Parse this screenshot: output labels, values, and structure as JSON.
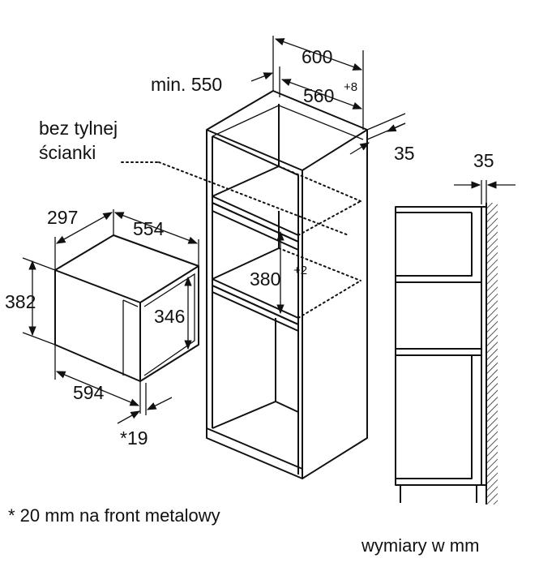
{
  "labels": {
    "dim_600": "600",
    "min_550": "min. 550",
    "dim_560": "560",
    "sup_560": "+8",
    "no_back_line1": "bez tylnej",
    "no_back_line2": "ścianki",
    "dim_35_cabinet": "35",
    "dim_35_side": "35",
    "dim_297": "297",
    "dim_554": "554",
    "dim_382": "382",
    "dim_346": "346",
    "dim_594": "594",
    "dim_19": "*19",
    "dim_380": "380",
    "sup_380": "+2",
    "footnote": "* 20 mm na front metalowy",
    "units": "wymiary w mm"
  }
}
